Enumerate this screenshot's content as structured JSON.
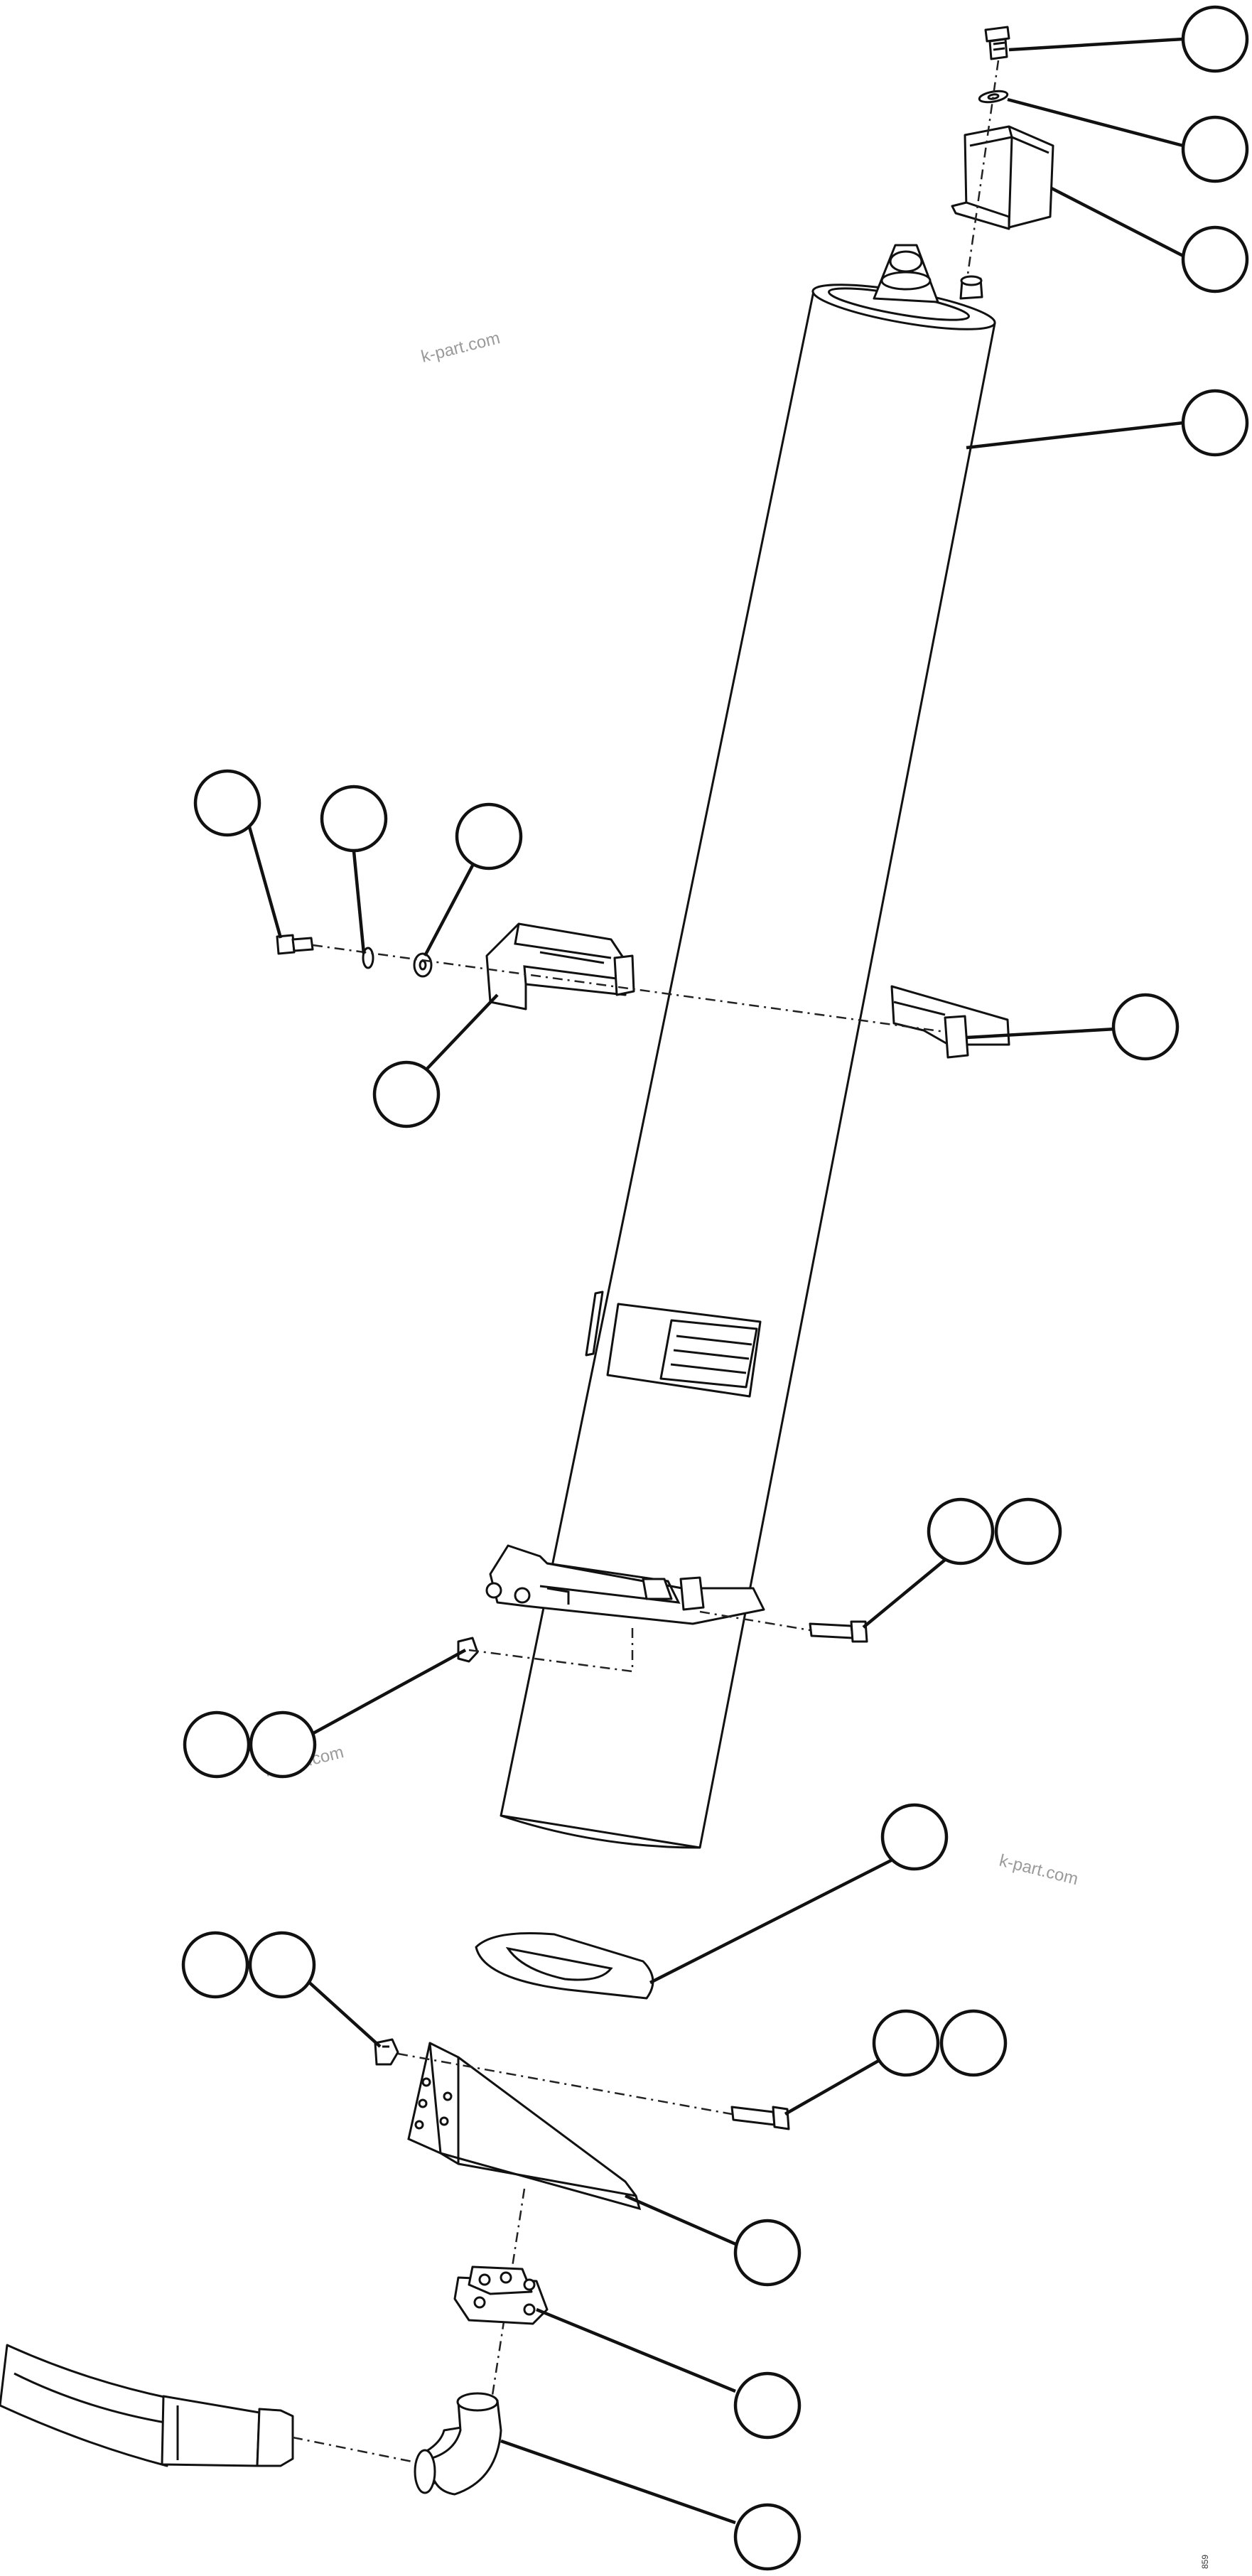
{
  "watermark": {
    "text": "k-part.com"
  },
  "figure_code": "859",
  "callouts": [
    {
      "id": "callout-top-1",
      "number": ""
    },
    {
      "id": "callout-top-2",
      "number": ""
    },
    {
      "id": "callout-top-3",
      "number": ""
    },
    {
      "id": "callout-muffler",
      "number": ""
    },
    {
      "id": "callout-left-bolt",
      "number": ""
    },
    {
      "id": "callout-left-washer-1",
      "number": ""
    },
    {
      "id": "callout-left-washer-2",
      "number": ""
    },
    {
      "id": "callout-left-bracket",
      "number": ""
    },
    {
      "id": "callout-upper-clamp",
      "number": ""
    },
    {
      "id": "callout-lower-bolt-a",
      "number": ""
    },
    {
      "id": "callout-lower-bolt-b",
      "number": ""
    },
    {
      "id": "callout-lower-nut-a",
      "number": ""
    },
    {
      "id": "callout-lower-nut-b",
      "number": ""
    },
    {
      "id": "callout-gasket",
      "number": ""
    },
    {
      "id": "callout-elbow-nut-a",
      "number": ""
    },
    {
      "id": "callout-elbow-nut-b",
      "number": ""
    },
    {
      "id": "callout-elbow-bolt-a",
      "number": ""
    },
    {
      "id": "callout-elbow-bolt-b",
      "number": ""
    },
    {
      "id": "callout-elbow-bracket",
      "number": ""
    },
    {
      "id": "callout-flange",
      "number": ""
    },
    {
      "id": "callout-elbow",
      "number": ""
    }
  ]
}
